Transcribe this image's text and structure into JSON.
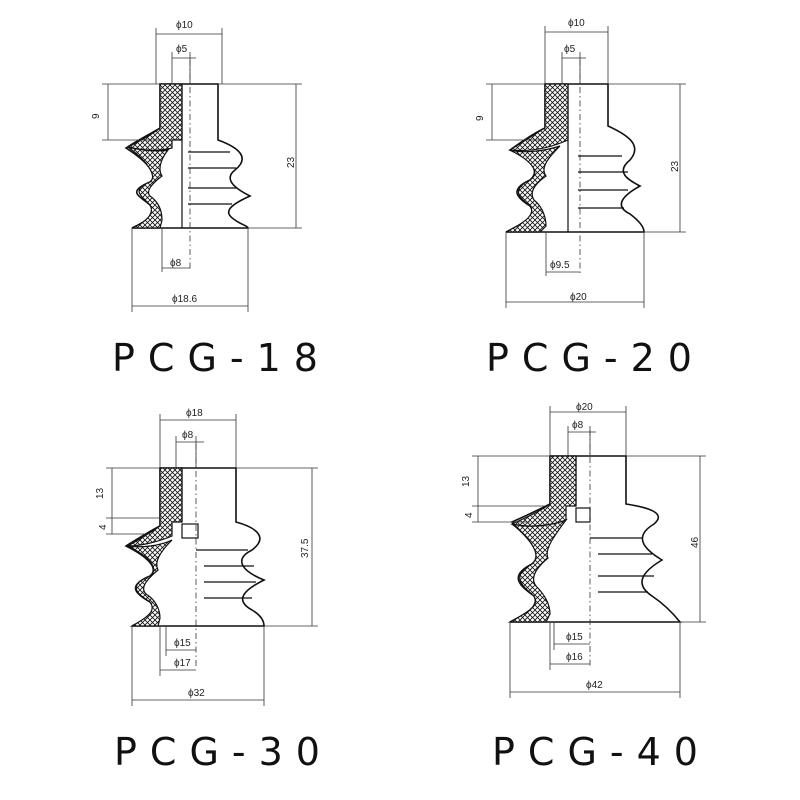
{
  "parts": [
    {
      "model": "PCG-18",
      "dims": {
        "top_outer": "ϕ10",
        "top_inner": "ϕ5",
        "height_upper": "9",
        "height_total": "23",
        "bottom_inner": "ϕ8",
        "bottom_outer": "ϕ18.6"
      }
    },
    {
      "model": "PCG-20",
      "dims": {
        "top_outer": "ϕ10",
        "top_inner": "ϕ5",
        "height_upper": "9",
        "height_total": "23",
        "bottom_inner": "ϕ9.5",
        "bottom_outer": "ϕ20"
      }
    },
    {
      "model": "PCG-30",
      "dims": {
        "top_outer": "ϕ18",
        "top_inner": "ϕ8",
        "height_upper": "13",
        "height_step": "4",
        "height_total": "37.5",
        "bottom_inner_1": "ϕ15",
        "bottom_inner_2": "ϕ17",
        "bottom_outer": "ϕ32"
      }
    },
    {
      "model": "PCG-40",
      "dims": {
        "top_outer": "ϕ20",
        "top_inner": "ϕ8",
        "height_upper": "13",
        "height_step": "4",
        "height_total": "46",
        "bottom_inner_1": "ϕ15",
        "bottom_inner_2": "ϕ16",
        "bottom_outer": "ϕ42"
      }
    }
  ]
}
